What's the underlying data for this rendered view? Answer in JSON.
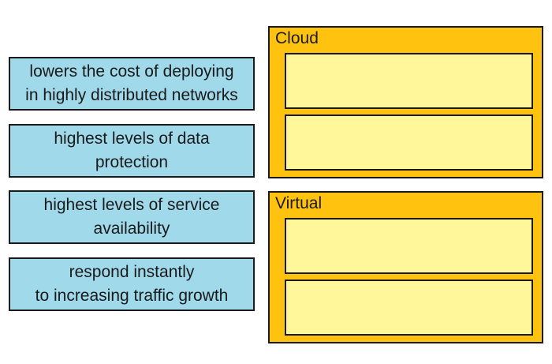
{
  "colors": {
    "item_background": "#9fd9ea",
    "group_background": "#fec20f",
    "slot_background": "#fff79a",
    "border": "#1a1a1a"
  },
  "items": [
    {
      "label": "lowers the cost of deploying\nin highly distributed networks"
    },
    {
      "label": "highest levels of data\nprotection"
    },
    {
      "label": "highest levels of service\navailability"
    },
    {
      "label": "respond instantly\nto increasing traffic growth"
    }
  ],
  "groups": [
    {
      "title": "Cloud"
    },
    {
      "title": "Virtual"
    }
  ]
}
